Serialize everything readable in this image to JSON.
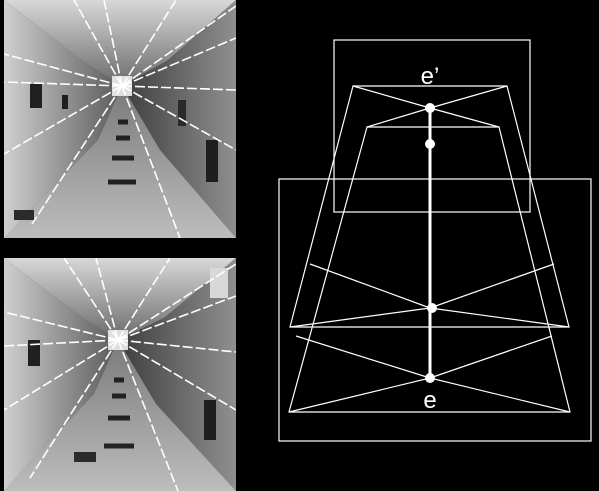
{
  "figure": {
    "labels": {
      "epipole_prime": "e’",
      "epipole": "e"
    },
    "colors": {
      "background": "#000000",
      "lines": "#ffffff",
      "wall_light": "#b9b9b9",
      "wall_dark": "#2a2a2a",
      "floor": "#8c8c8c"
    },
    "photos": [
      {
        "name": "top-photo",
        "caption": ""
      },
      {
        "name": "bottom-photo",
        "caption": ""
      }
    ]
  }
}
